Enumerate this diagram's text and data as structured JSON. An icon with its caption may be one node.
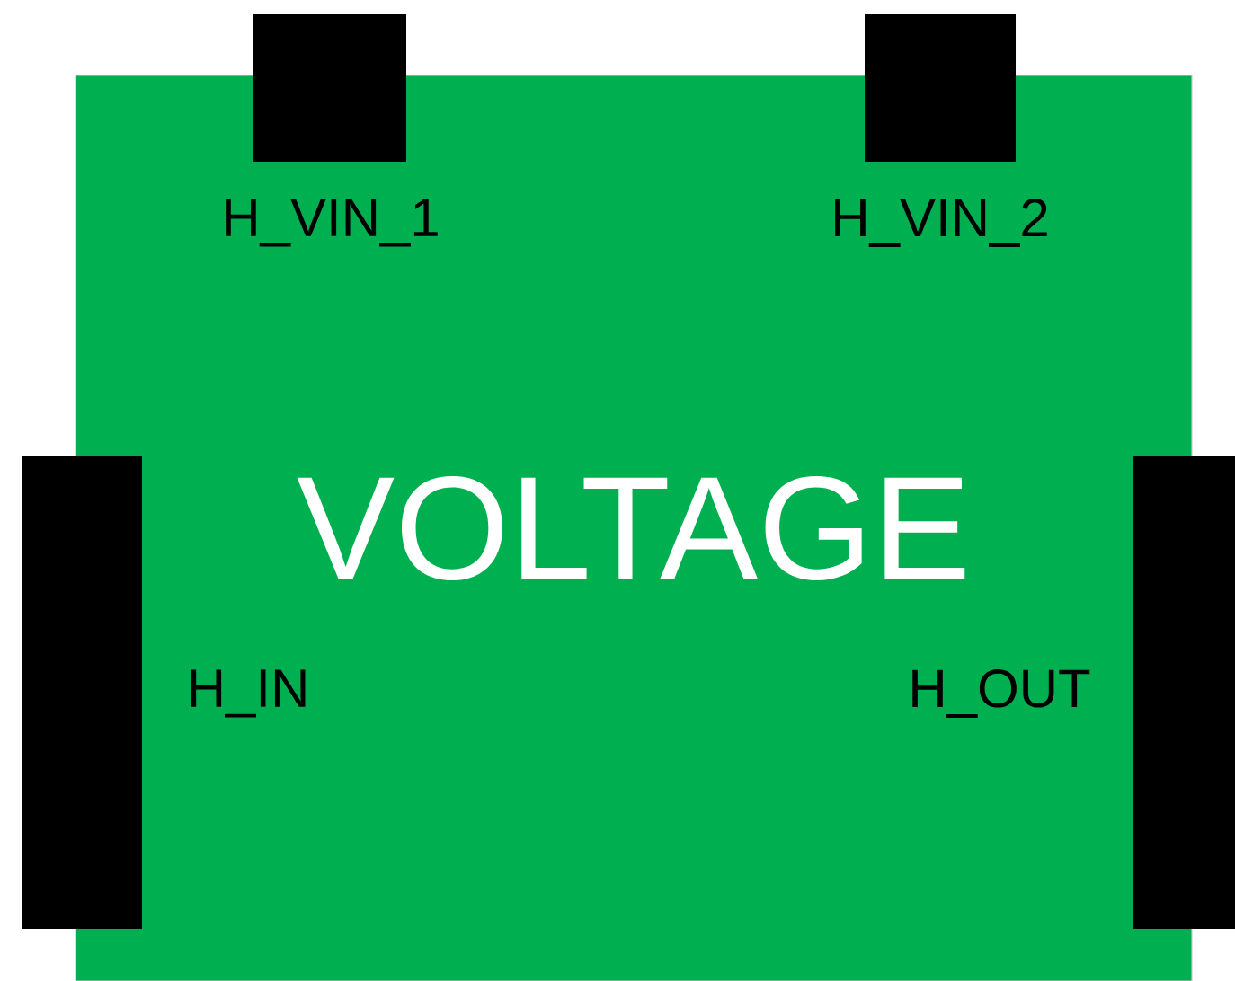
{
  "diagram": {
    "nodes": [
      {
        "text": [
          "VOLTAGE"
        ]
      },
      {
        "text": [],
        "shape": "box"
      },
      {
        "text": [],
        "shape": "box"
      },
      {
        "text": [],
        "shape": "box"
      },
      {
        "text": [],
        "shape": "box"
      }
    ],
    "labels": [
      "H_VIN_1",
      "H_VIN_2",
      "H_IN",
      "H_OUT"
    ]
  }
}
